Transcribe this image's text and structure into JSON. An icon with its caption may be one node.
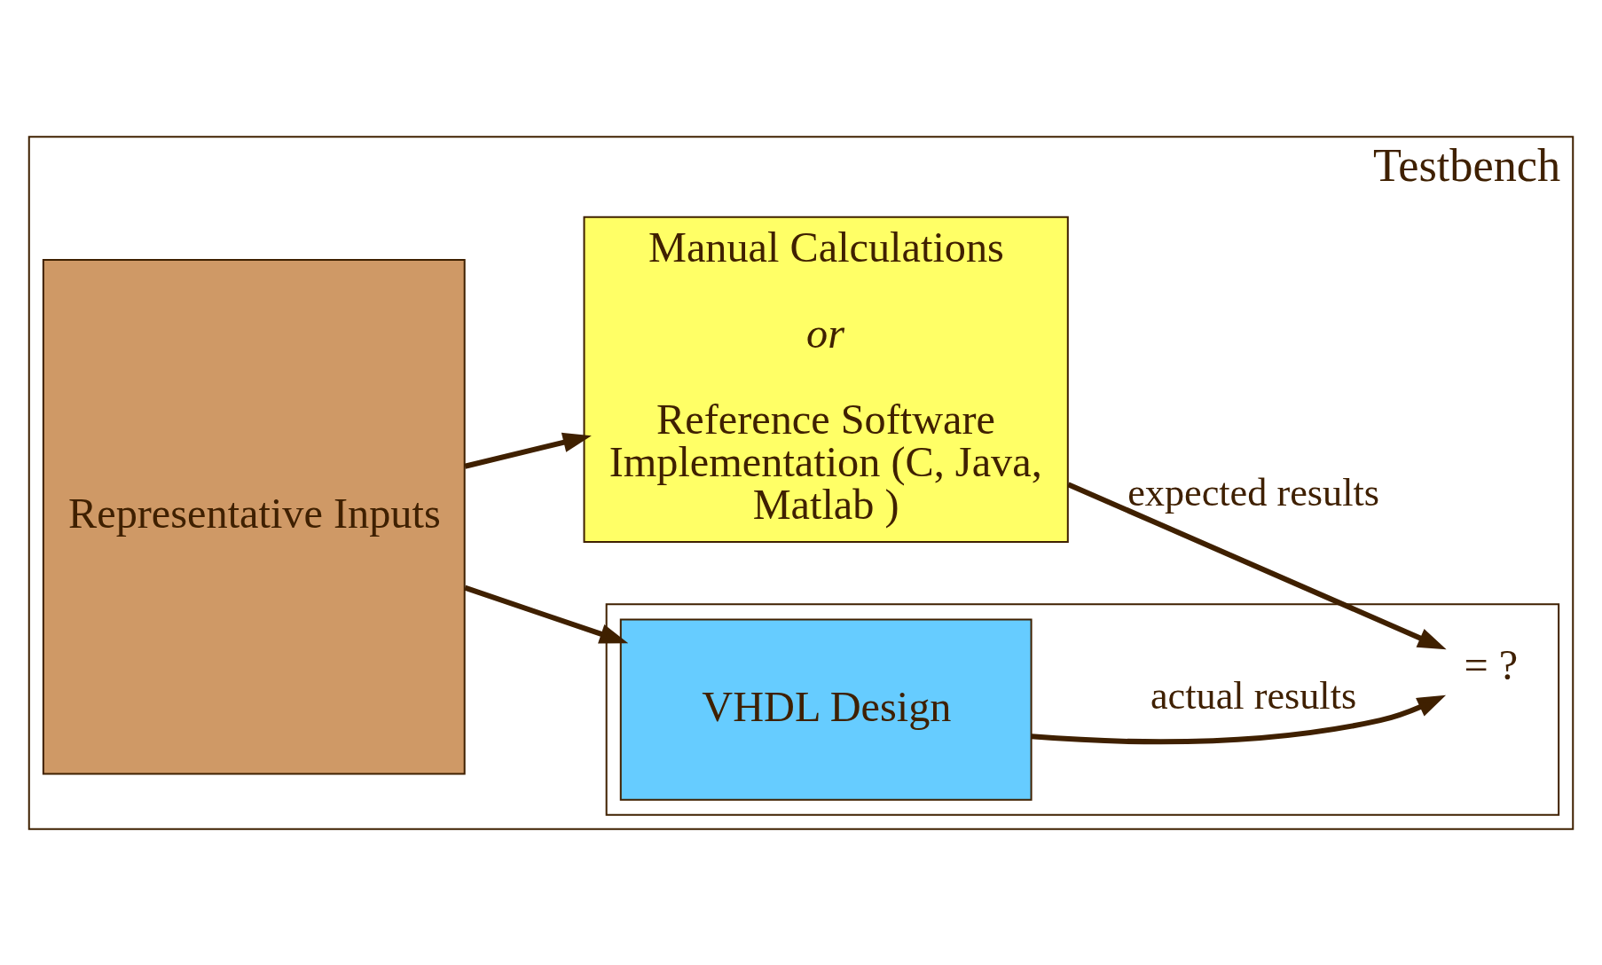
{
  "diagram": {
    "nodes": [
      {
        "text": [
          "Testbench"
        ]
      },
      {
        "text": [
          "Representative Inputs"
        ],
        "in": 0
      },
      {
        "text": [],
        "shape": "box",
        "in": 0
      },
      {
        "text": [
          "VHDL Design"
        ],
        "in": 2
      },
      {
        "text": [
          "= ?"
        ],
        "in": 2
      },
      {
        "text": [
          "Manual Calculations",
          "or",
          "Reference Software Implementation (C, Java, Matlab )"
        ],
        "in": 0
      }
    ],
    "edges": [
      {
        "from": 1,
        "to": 3,
        "arrow": "to"
      },
      {
        "from": 1,
        "to": 5,
        "arrow": "to"
      },
      {
        "from": 3,
        "to": 4,
        "arrow": "to",
        "label": "actual results"
      },
      {
        "from": 5,
        "to": 4,
        "arrow": "to",
        "label": "expected results"
      }
    ]
  }
}
